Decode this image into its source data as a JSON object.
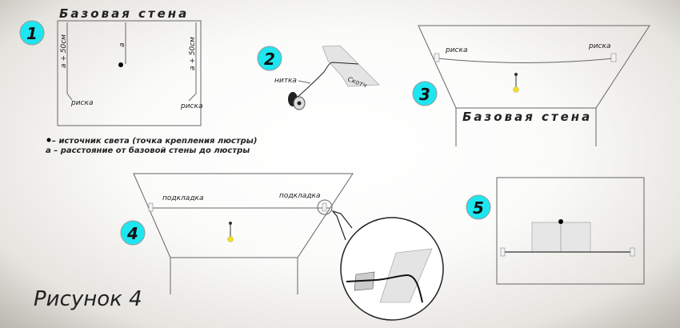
{
  "panels": {
    "p1": {
      "number": "1",
      "title": "Базовая стена",
      "label_a": "а",
      "label_a50_left": "а + 50см",
      "label_a50_right": "а + 50см",
      "mark_left": "риска",
      "mark_right": "риска"
    },
    "p2": {
      "number": "2",
      "thread": "нитка",
      "tape": "Скотч"
    },
    "p3": {
      "number": "3",
      "mark_left": "риска",
      "mark_right": "риска",
      "title": "Базовая стена"
    },
    "p4": {
      "number": "4",
      "pad_left": "подкладка",
      "pad_right": "подкладка",
      "title": "Базовая стена"
    },
    "p5": {
      "number": "5"
    }
  },
  "legend": {
    "light_source": "– источник света (точка крепления люстры)",
    "distance": "а – расстояние от базовой стены до люстры"
  },
  "caption": "Рисунок 4",
  "colors": {
    "badge": "#1de6f0",
    "lamp": "#f4e01a"
  }
}
